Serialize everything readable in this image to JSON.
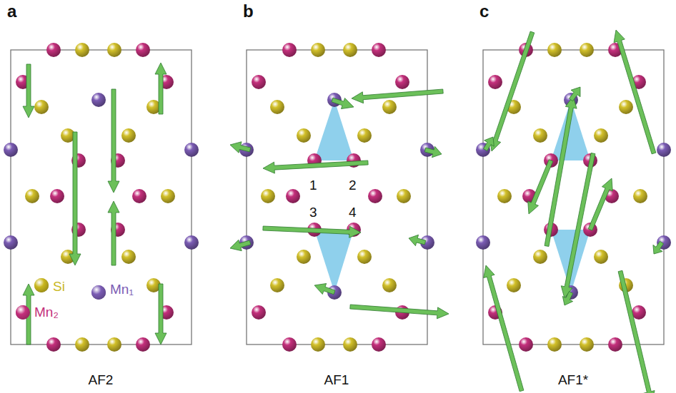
{
  "diagram": {
    "labels": [
      "a",
      "b",
      "c",
      "AF2",
      "AF1",
      "AF1*",
      "1",
      "2",
      "3",
      "4"
    ],
    "legend": [
      {
        "text": "Mn₁",
        "color": "#7b5cb4"
      },
      {
        "text": "Mn₂",
        "color": "#c4307c"
      },
      {
        "text": "Si",
        "color": "#c9b71f"
      }
    ]
  }
}
